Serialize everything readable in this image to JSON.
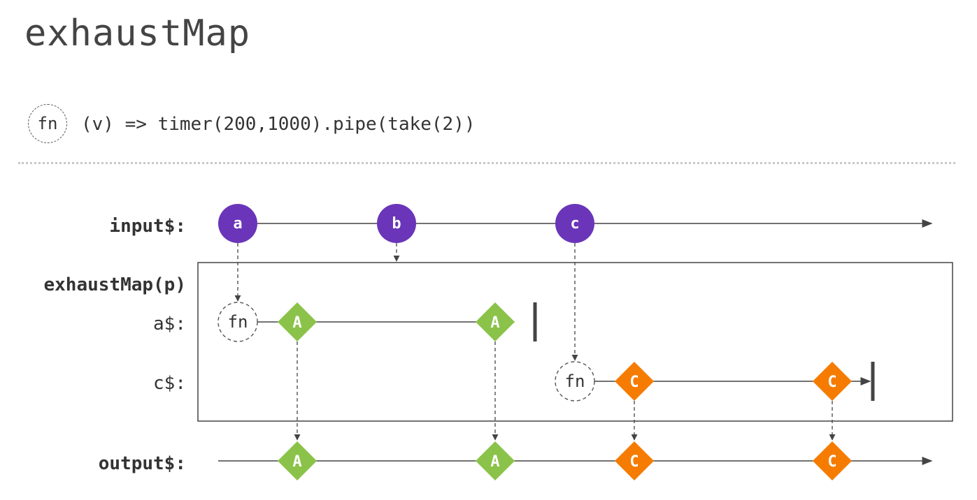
{
  "title": "exhaustMap",
  "fn": {
    "badge": "fn",
    "signature": "(v) => timer(200,1000).pipe(take(2))"
  },
  "labels": {
    "input": "input$:",
    "operator": "exhaustMap(p)",
    "a_stream": "a$:",
    "c_stream": "c$:",
    "output": "output$:"
  },
  "input_marbles": [
    "a",
    "b",
    "c"
  ],
  "inner_fn_label": "fn",
  "inner_a_marbles": [
    "A",
    "A"
  ],
  "inner_c_marbles": [
    "C",
    "C"
  ],
  "output_marbles": [
    "A",
    "A",
    "C",
    "C"
  ],
  "colors": {
    "input": "#6a35b9",
    "a_value": "#8bc34a",
    "c_value": "#f57c00",
    "line": "#444444"
  }
}
